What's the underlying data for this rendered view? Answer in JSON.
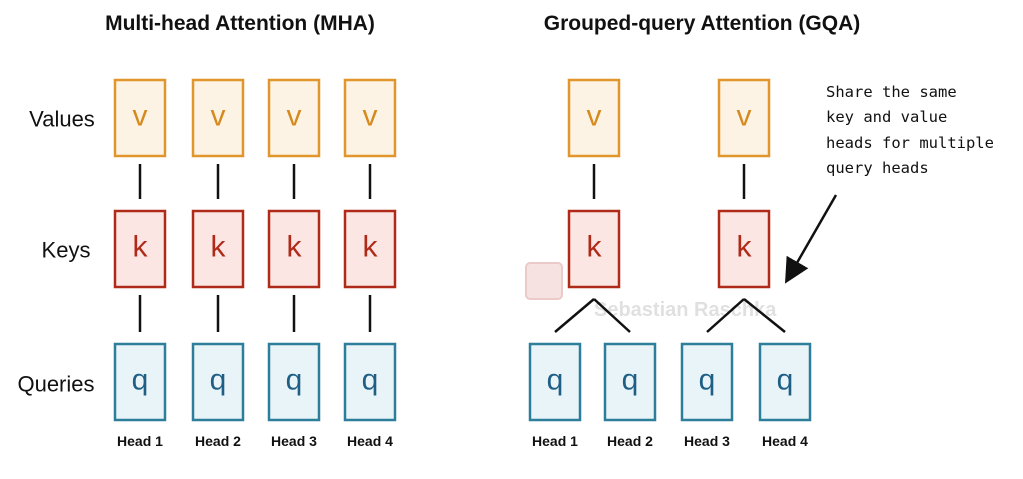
{
  "mha": {
    "title": "Multi-head Attention (MHA)",
    "row_labels": {
      "values": "Values",
      "keys": "Keys",
      "queries": "Queries"
    },
    "heads": [
      "Head 1",
      "Head 2",
      "Head 3",
      "Head 4"
    ]
  },
  "gqa": {
    "title": "Grouped-query Attention (GQA)",
    "heads": [
      "Head 1",
      "Head 2",
      "Head 3",
      "Head 4"
    ],
    "note_lines": [
      "Share the same",
      "key and value",
      "heads for multiple",
      "query heads"
    ]
  },
  "box_letters": {
    "value": "v",
    "key": "k",
    "query": "q"
  },
  "watermark": "Sebastian Raschka",
  "colors": {
    "value_stroke": "#e0962b",
    "value_fill": "#fdf3e4",
    "value_text": "#d68a1e",
    "key_stroke": "#b02a1a",
    "key_fill": "#fbe6e3",
    "key_text": "#b02a1a",
    "query_stroke": "#2d7e9a",
    "query_fill": "#e9f4f8",
    "query_text": "#1f5f86"
  }
}
